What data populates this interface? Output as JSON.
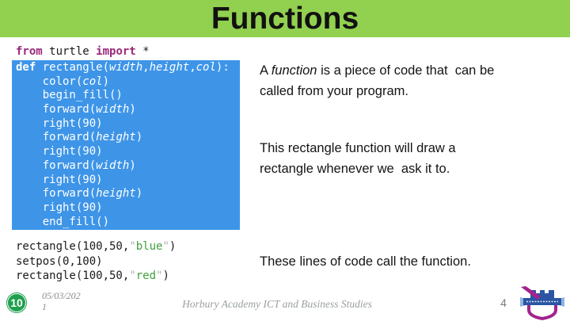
{
  "slide": {
    "title": "Functions",
    "colors": {
      "header_green": "#92D050",
      "code_highlight_blue": "#3E95E8",
      "keyword_magenta": "#9A2779",
      "string_green": "#3FA03C",
      "quote_gray": "#b2b2b2",
      "badge_green": "#1FA04F"
    },
    "code": {
      "import_line": [
        {
          "t": "from",
          "c": "kw"
        },
        {
          "t": " turtle ",
          "c": ""
        },
        {
          "t": "import",
          "c": "kw"
        },
        {
          "t": " *",
          "c": ""
        }
      ],
      "function_lines": [
        [
          {
            "t": "def",
            "c": "b"
          },
          {
            "t": " rectangle(",
            "c": ""
          },
          {
            "t": "width",
            "c": "i"
          },
          {
            "t": ",",
            "c": ""
          },
          {
            "t": "height",
            "c": "i"
          },
          {
            "t": ",",
            "c": ""
          },
          {
            "t": "col",
            "c": "i"
          },
          {
            "t": "):",
            "c": ""
          }
        ],
        [
          {
            "t": "    color(",
            "c": ""
          },
          {
            "t": "col",
            "c": "i"
          },
          {
            "t": ")",
            "c": ""
          }
        ],
        [
          {
            "t": "    begin_fill()",
            "c": ""
          }
        ],
        [
          {
            "t": "    forward(",
            "c": ""
          },
          {
            "t": "width",
            "c": "i"
          },
          {
            "t": ")",
            "c": ""
          }
        ],
        [
          {
            "t": "    right(90)",
            "c": ""
          }
        ],
        [
          {
            "t": "    forward(",
            "c": ""
          },
          {
            "t": "height",
            "c": "i"
          },
          {
            "t": ")",
            "c": ""
          }
        ],
        [
          {
            "t": "    right(90)",
            "c": ""
          }
        ],
        [
          {
            "t": "    forward(",
            "c": ""
          },
          {
            "t": "width",
            "c": "i"
          },
          {
            "t": ")",
            "c": ""
          }
        ],
        [
          {
            "t": "    right(90)",
            "c": ""
          }
        ],
        [
          {
            "t": "    forward(",
            "c": ""
          },
          {
            "t": "height",
            "c": "i"
          },
          {
            "t": ")",
            "c": ""
          }
        ],
        [
          {
            "t": "    right(90)",
            "c": ""
          }
        ],
        [
          {
            "t": "    end_fill()",
            "c": ""
          }
        ]
      ],
      "call_lines": [
        [
          {
            "t": "rectangle(100,50,",
            "c": ""
          },
          {
            "t": "\"",
            "c": "q"
          },
          {
            "t": "blue",
            "c": "str"
          },
          {
            "t": "\"",
            "c": "q"
          },
          {
            "t": ")",
            "c": ""
          }
        ],
        [
          {
            "t": "setpos(0,100)",
            "c": ""
          }
        ],
        [
          {
            "t": "rectangle(100,50,",
            "c": ""
          },
          {
            "t": "\"",
            "c": "q"
          },
          {
            "t": "red",
            "c": "str"
          },
          {
            "t": "\"",
            "c": "q"
          },
          {
            "t": ")",
            "c": ""
          }
        ]
      ]
    },
    "paragraphs": {
      "p1": [
        [
          {
            "t": "A ",
            "c": ""
          },
          {
            "t": "function",
            "c": "i"
          },
          {
            "t": " is a piece of code that  can be",
            "c": ""
          }
        ],
        [
          {
            "t": "called from your program.",
            "c": ""
          }
        ]
      ],
      "p2": [
        [
          {
            "t": "This rectangle function will draw a",
            "c": ""
          }
        ],
        [
          {
            "t": "rectangle whenever we  ask it to.",
            "c": ""
          }
        ]
      ],
      "p3": [
        [
          {
            "t": "These lines of code call the function.",
            "c": ""
          }
        ]
      ]
    },
    "footer": {
      "badge_number": "10",
      "date_line1": "05/03/202",
      "date_line2": "1",
      "center_text": "Horbury Academy ICT and Business Studies",
      "page_number": "4"
    }
  }
}
